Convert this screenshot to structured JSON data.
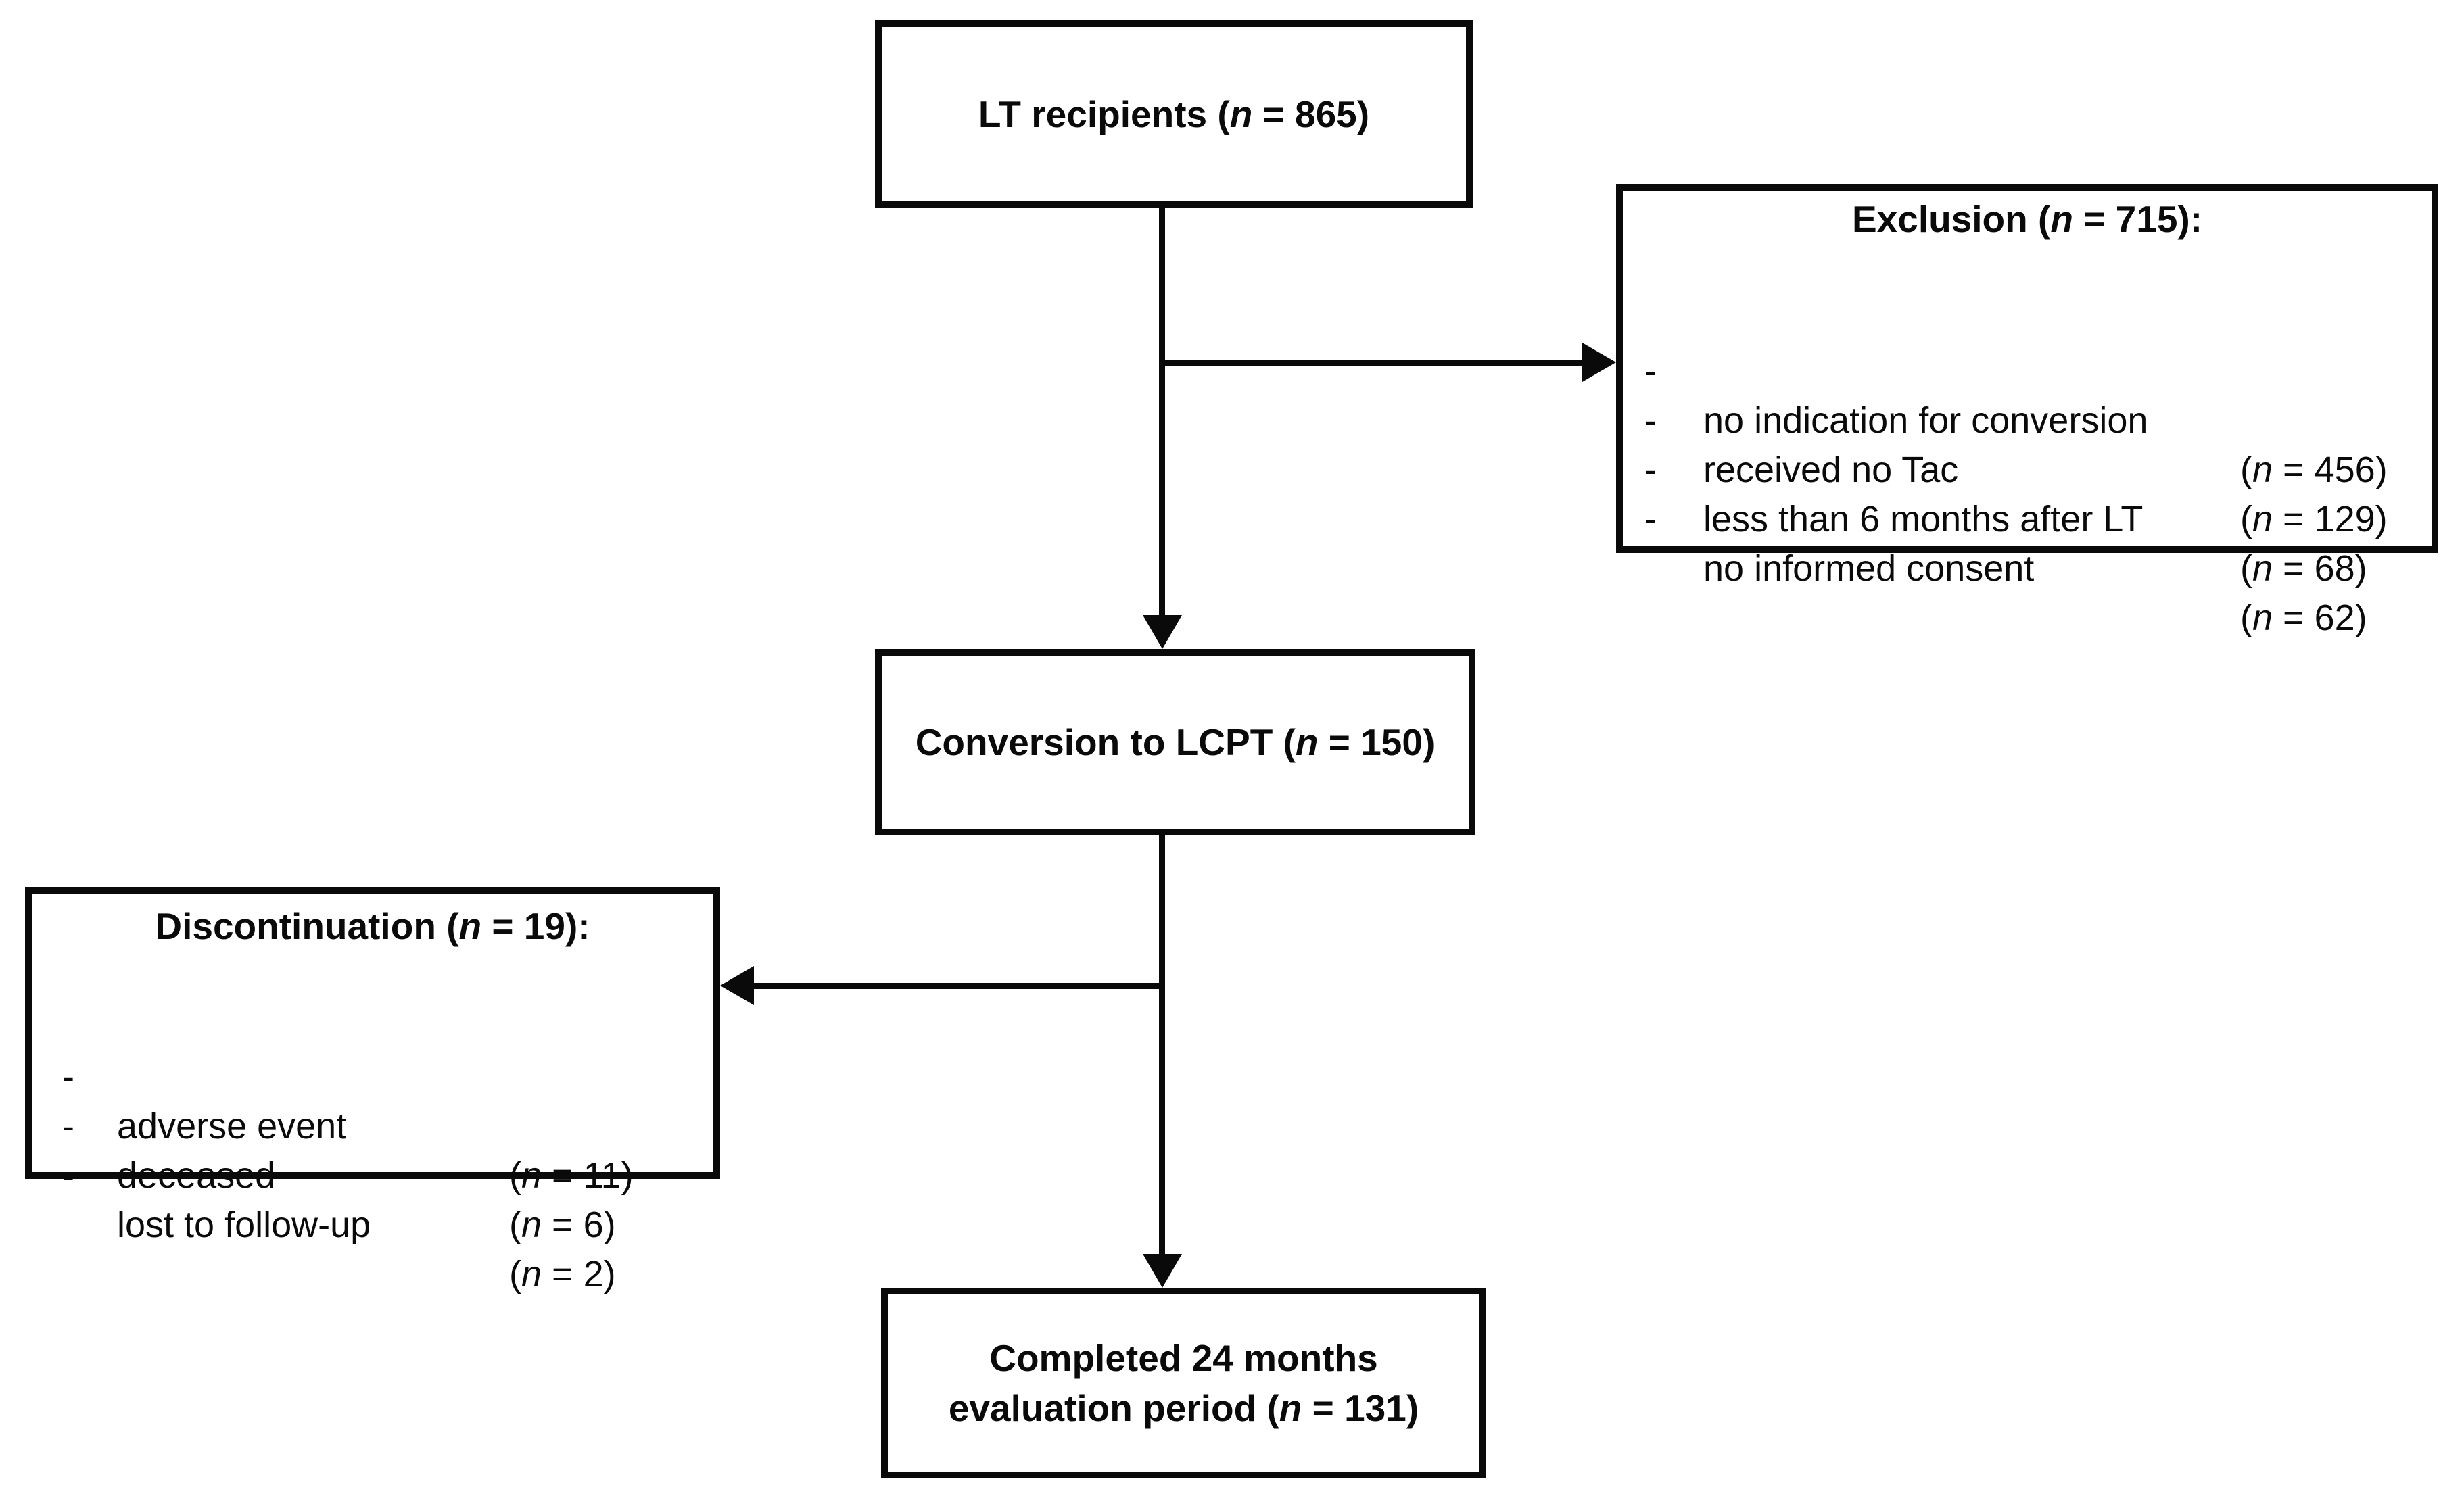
{
  "canvas": {
    "background": "#ffffff",
    "ink": "#0a0a0a"
  },
  "boxes": {
    "lt_recipients": {
      "title": {
        "prefix": "LT recipients (",
        "var": "n",
        "rest": " = 865)"
      }
    },
    "exclusion": {
      "title": {
        "prefix": "Exclusion (",
        "var": "n",
        "rest": " = 715):"
      },
      "items": [
        {
          "bullet": "-",
          "label": "no indication for conversion",
          "count": {
            "open": "(",
            "var": "n",
            "rest": " = 456)"
          }
        },
        {
          "bullet": "-",
          "label": "received no Tac",
          "count": {
            "open": "(",
            "var": "n",
            "rest": " = 129)"
          }
        },
        {
          "bullet": "-",
          "label": "less than 6 months after LT",
          "count": {
            "open": "(",
            "var": "n",
            "rest": " = 68)"
          }
        },
        {
          "bullet": "-",
          "label": "no informed consent",
          "count": {
            "open": "(",
            "var": "n",
            "rest": " = 62)"
          }
        }
      ]
    },
    "conversion": {
      "title": {
        "prefix": "Conversion to LCPT (",
        "var": "n",
        "rest": " = 150)"
      }
    },
    "discontinuation": {
      "title": {
        "prefix": "Discontinuation (",
        "var": "n",
        "rest": " = 19):"
      },
      "items": [
        {
          "bullet": "-",
          "label": "adverse event",
          "count": {
            "open": "(",
            "var": "n",
            "rest": " = 11)"
          }
        },
        {
          "bullet": "-",
          "label": "deceased",
          "count": {
            "open": "(",
            "var": "n",
            "rest": " = 6)"
          }
        },
        {
          "bullet": "-",
          "label": "lost to follow-up",
          "count": {
            "open": "(",
            "var": "n",
            "rest": " = 2)"
          }
        }
      ]
    },
    "completed": {
      "line1": "Completed 24 months",
      "line2": {
        "prefix": "evaluation period (",
        "var": "n",
        "rest": " = 131)"
      }
    }
  }
}
